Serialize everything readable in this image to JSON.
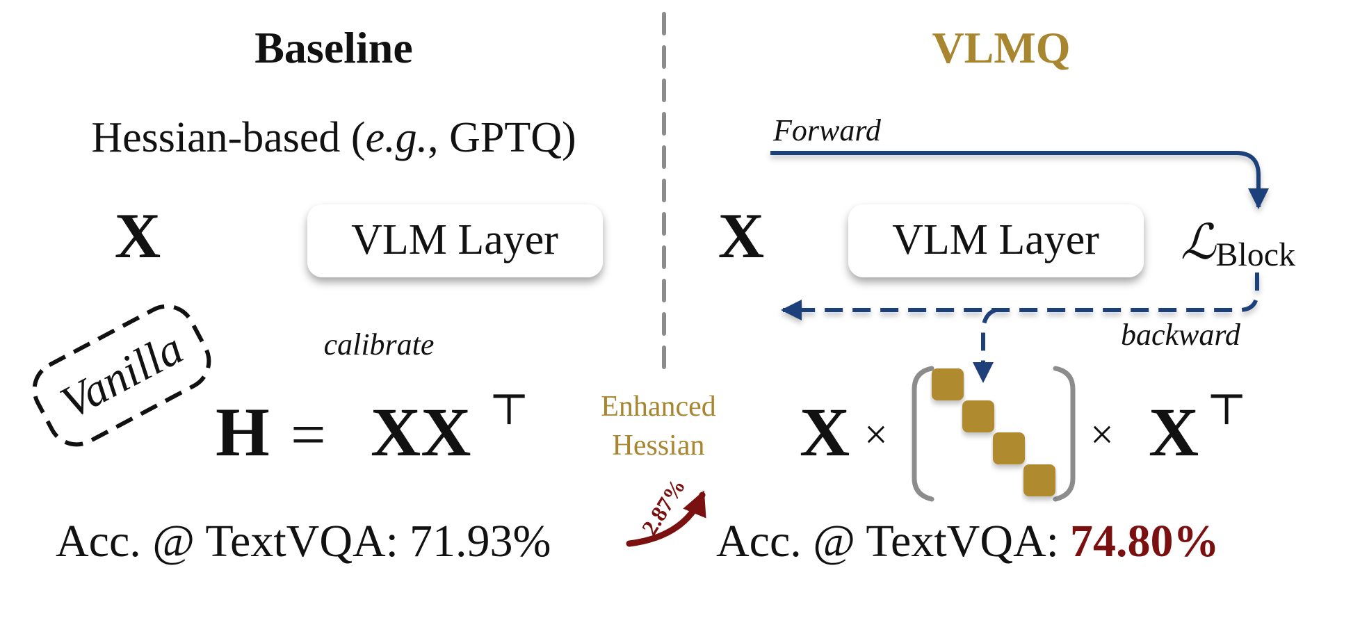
{
  "baseline": {
    "title": "Baseline",
    "subtitle_pre": "Hessian-based (",
    "subtitle_em": "e.g.",
    "subtitle_post": ", GPTQ)",
    "input": "X",
    "layer": "VLM Layer",
    "calibrate": "calibrate",
    "tag": "Vanilla",
    "formula_lhs": "H",
    "formula_eq": "=",
    "formula_rhs": "XX",
    "formula_sup": "⊤",
    "acc_label": "Acc. @ TextVQA:",
    "acc_value": "71.93%"
  },
  "vlmq": {
    "title": "VLMQ",
    "forward": "Forward",
    "backward": "backward",
    "input": "X",
    "layer": "VLM Layer",
    "loss_symbol": "ℒ",
    "loss_sub": "Block",
    "formula_x1": "X",
    "formula_times": "×",
    "formula_x2": "X",
    "formula_sup": "⊤",
    "acc_label": "Acc. @ TextVQA:",
    "acc_value": "74.80%"
  },
  "bridge": {
    "enhanced_line1": "Enhanced",
    "enhanced_line2": "Hessian",
    "gain": "2.87%"
  },
  "colors": {
    "navy": "#1f3f7a",
    "gold": "#a8862f",
    "gold_block": "#b08a2e",
    "dark_red": "#7a1010",
    "gray": "#8c8c8c",
    "black": "#111111"
  }
}
